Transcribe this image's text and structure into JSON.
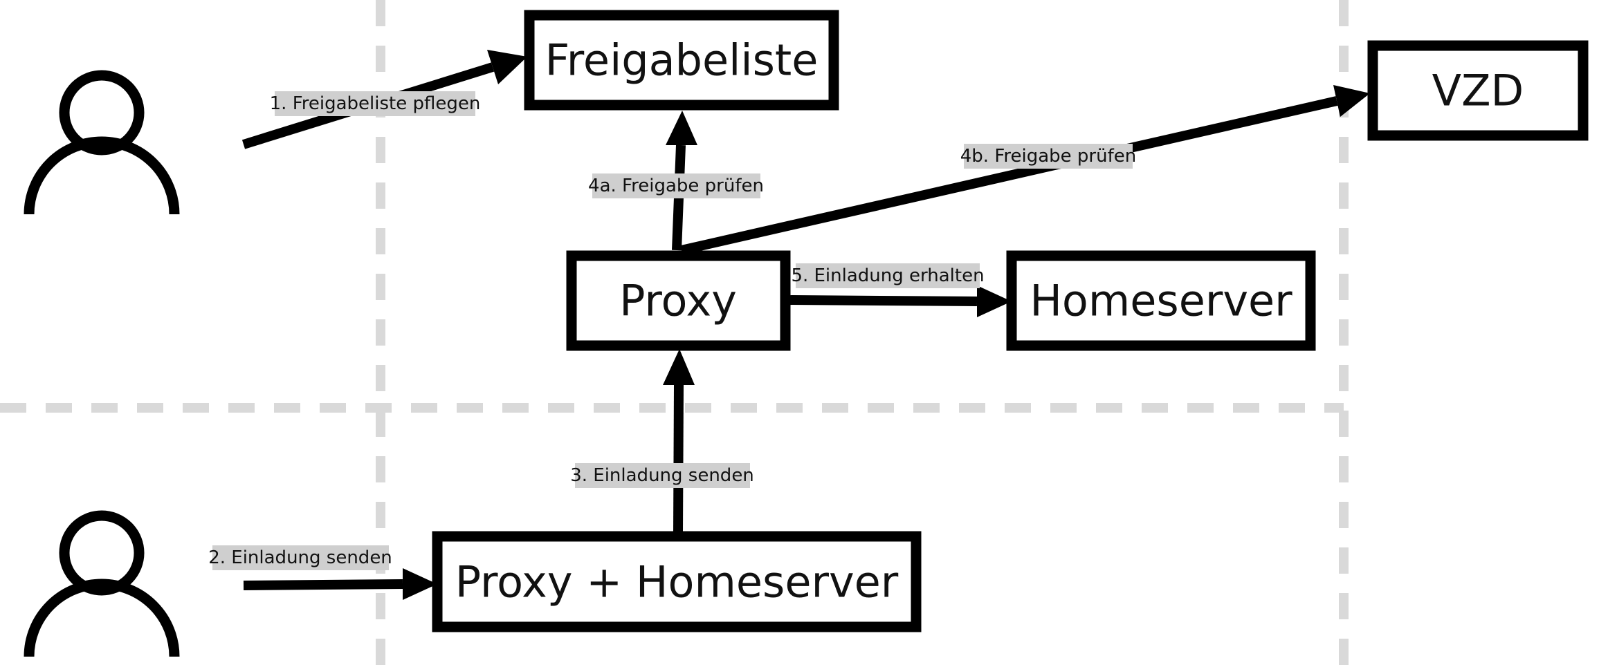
{
  "nodes": {
    "freigabeliste": "Freigabeliste",
    "vzd": "VZD",
    "proxy": "Proxy",
    "homeserver": "Homeserver",
    "proxy_homeserver": "Proxy + Homeserver"
  },
  "edges": {
    "e1": "1. Freigabeliste pflegen",
    "e2": "2. Einladung senden",
    "e3": "3. Einladung senden",
    "e4a": "4a. Freigabe prüfen",
    "e4b": "4b. Freigabe prüfen",
    "e5": "5. Einladung erhalten"
  },
  "icons": {
    "actor_top": "person-icon",
    "actor_bottom": "person-icon"
  },
  "colors": {
    "stroke": "#000000",
    "lane_divider": "#d9d9d9",
    "label_background": "#cfcfcf",
    "background": "#ffffff"
  }
}
